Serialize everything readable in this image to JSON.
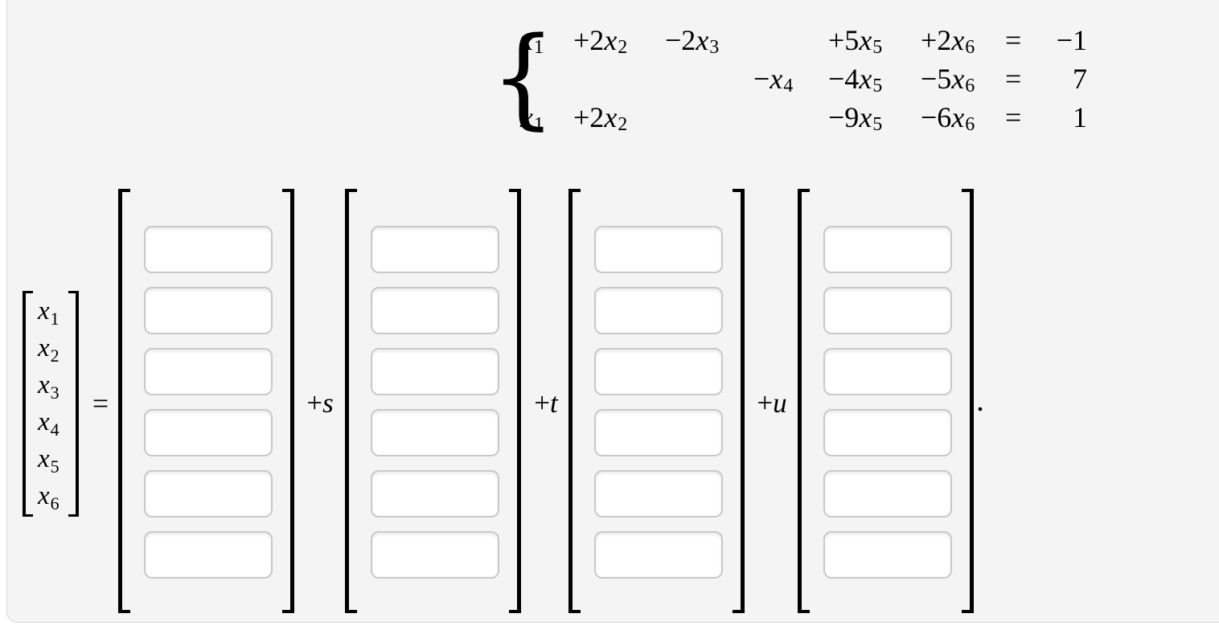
{
  "colors": {
    "page_background": "#ffffff",
    "panel_background": "#f4f4f4",
    "panel_border": "#d6d6d6",
    "input_border": "#c9c9c9",
    "text": "#000000"
  },
  "system": {
    "brace_glyph": "{",
    "rows": [
      [
        {
          "coef": "",
          "var": "x",
          "sub": "1"
        },
        {
          "coef": "+2",
          "var": "x",
          "sub": "2"
        },
        {
          "coef": "−2",
          "var": "x",
          "sub": "3"
        },
        {
          "coef": "",
          "var": "",
          "sub": ""
        },
        {
          "coef": "+5",
          "var": "x",
          "sub": "5"
        },
        {
          "coef": "+2",
          "var": "x",
          "sub": "6"
        },
        {
          "coef": "=",
          "var": "",
          "sub": ""
        },
        {
          "coef": "−1",
          "var": "",
          "sub": ""
        }
      ],
      [
        {
          "coef": "",
          "var": "",
          "sub": ""
        },
        {
          "coef": "",
          "var": "",
          "sub": ""
        },
        {
          "coef": "",
          "var": "",
          "sub": ""
        },
        {
          "coef": "−",
          "var": "x",
          "sub": "4"
        },
        {
          "coef": "−4",
          "var": "x",
          "sub": "5"
        },
        {
          "coef": "−5",
          "var": "x",
          "sub": "6"
        },
        {
          "coef": "=",
          "var": "",
          "sub": ""
        },
        {
          "coef": "7",
          "var": "",
          "sub": ""
        }
      ],
      [
        {
          "coef": "",
          "var": "x",
          "sub": "1"
        },
        {
          "coef": "+2",
          "var": "x",
          "sub": "2"
        },
        {
          "coef": "",
          "var": "",
          "sub": ""
        },
        {
          "coef": "",
          "var": "",
          "sub": ""
        },
        {
          "coef": "−9",
          "var": "x",
          "sub": "5"
        },
        {
          "coef": "−6",
          "var": "x",
          "sub": "6"
        },
        {
          "coef": "=",
          "var": "",
          "sub": ""
        },
        {
          "coef": "1",
          "var": "",
          "sub": ""
        }
      ]
    ]
  },
  "vector_equation": {
    "x_vector": [
      {
        "var": "x",
        "sub": "1"
      },
      {
        "var": "x",
        "sub": "2"
      },
      {
        "var": "x",
        "sub": "3"
      },
      {
        "var": "x",
        "sub": "4"
      },
      {
        "var": "x",
        "sub": "5"
      },
      {
        "var": "x",
        "sub": "6"
      }
    ],
    "equals": "=",
    "scalars": [
      {
        "plus": "+",
        "letter": "s"
      },
      {
        "plus": "+",
        "letter": "t"
      },
      {
        "plus": "+",
        "letter": "u"
      }
    ],
    "period": ".",
    "answer_columns": 4,
    "boxes_per_column": 6,
    "box_values": [
      "",
      "",
      "",
      "",
      "",
      "",
      "",
      "",
      "",
      "",
      "",
      "",
      "",
      "",
      "",
      "",
      "",
      "",
      "",
      "",
      "",
      "",
      "",
      ""
    ]
  }
}
